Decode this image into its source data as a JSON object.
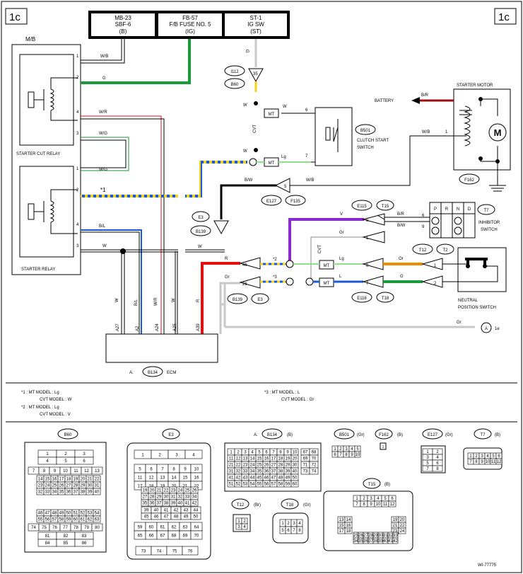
{
  "page": {
    "section_left": "1c",
    "section_right": "1c",
    "figure_id": "WI-77775"
  },
  "header_boxes": [
    {
      "l1": "MB-23",
      "l2": "SBF-6",
      "l3": "(B)"
    },
    {
      "l1": "FB-57",
      "l2": "F/B FUSE NO. 5",
      "l3": "(IG)"
    },
    {
      "l1": "ST-1",
      "l2": "IG SW",
      "l3": "(ST)"
    }
  ],
  "mb_label": "M/B",
  "relays": {
    "cut": "STARTER CUT RELAY",
    "starter": "STARTER RELAY"
  },
  "mb_pins": [
    "1",
    "2",
    "4",
    "3",
    "1",
    "2",
    "4",
    "3"
  ],
  "wires": {
    "w1": "W/B",
    "w2": "G",
    "w3": "W/R",
    "w4": "W/G",
    "w5": "W/G",
    "w6": "*1",
    "w7": "B/L",
    "w8": "W",
    "w9": "W",
    "br": "B/R",
    "wb": "W/B",
    "bw": "B/W",
    "wb2": "W/B",
    "v": "V",
    "gr": "Gr",
    "r": "R",
    "gr2": "Gr",
    "lg": "Lg",
    "l": "L",
    "or": "Or",
    "g": "G",
    "br2": "B/R",
    "bw2": "B/W",
    "gr3": "Gr",
    "w_top": "W",
    "w_mid": "W",
    "lg_top": "Lg",
    "gnd_v": "G",
    "ecm_w1": "W",
    "ecm_bl": "B/L",
    "ecm_wr": "W/R",
    "ecm_w2": "W",
    "ecm_r": "R",
    "star2": "*2",
    "star3": "*3"
  },
  "connectors": {
    "i112": "I112",
    "b60": "B60",
    "b501": "B501",
    "e127": "E127",
    "f135": "F135",
    "e3": "E3",
    "b139": "B139",
    "e115": "E115",
    "t15": "T15",
    "t7": "T7",
    "t12": "T12",
    "t2": "T2",
    "e116": "E116",
    "t18": "T18",
    "f162": "F162",
    "b134": "B134",
    "b139b": "B139",
    "e3b": "E3"
  },
  "pins": {
    "p35": "35",
    "p6": "6",
    "p7": "7",
    "p5": "5",
    "p1": "1",
    "p46": "46",
    "p26": "26",
    "ip5": "5",
    "ip1": "1",
    "t8": "8",
    "t7": "7",
    "sw1": "1",
    "sw2": "2",
    "inh6": "6",
    "inh9": "9"
  },
  "labels": {
    "cvt_v": "CVT",
    "mt1": "MT",
    "mt2": "MT",
    "mt3": "MT",
    "mt4": "MT",
    "cvt2": "CVT",
    "cvt3": "CVT",
    "clutch": "CLUTCH START",
    "clutch2": "SWITCH",
    "battery": "BATTERY",
    "starter_motor": "STARTER MOTOR",
    "m": "M",
    "inhibitor": "INHIBITOR",
    "inhibitor2": "SWITCH",
    "neutral": "NEUTRAL",
    "neutral2": "POSITION SWITCH",
    "p": "P",
    "r": "R",
    "n": "N",
    "d": "D",
    "a_1e": "A",
    "s_1e": "1e",
    "ecm": "ECM",
    "a_pre": "A:",
    "ecm_pins": [
      "A27",
      "A2",
      "A24",
      "A25",
      "A39"
    ]
  },
  "notes": {
    "n1a": "*1  : MT MODEL  : Lg",
    "n1b": "CVT MODEL  : W",
    "n2a": "*2  : MT MODEL  : Lg",
    "n2b": "CVT MODEL  : V",
    "n3a": "*3  : MT MODEL  : L",
    "n3b": "CVT MODEL  : Gr"
  },
  "conn_views": {
    "b60": "B60",
    "e3": "E3",
    "b134": "B134",
    "b134_prefix": "A:",
    "b134_color": "(B)",
    "b501": "B501",
    "b501_color": "(Gr)",
    "f162": "F162",
    "f162_color": "(B)",
    "e127": "E127",
    "e127_color": "(Gr)",
    "t7": "T7",
    "t7_color": "(B)",
    "t15": "T15",
    "t15_color": "(B)",
    "t12": "T12",
    "t12_color": "(Br)",
    "t18": "T18",
    "t18_color": "(Gr)"
  },
  "colors": {
    "green": "#1a9a3a",
    "purple": "#8a2ad0",
    "blue": "#1a5ad6",
    "red": "#e01010",
    "orange": "#f08a00",
    "yellow": "#f0d020",
    "lightgreen": "#8ee08e",
    "gray": "#c8c8c8",
    "darkred": "#9a1010",
    "black": "#000000"
  }
}
